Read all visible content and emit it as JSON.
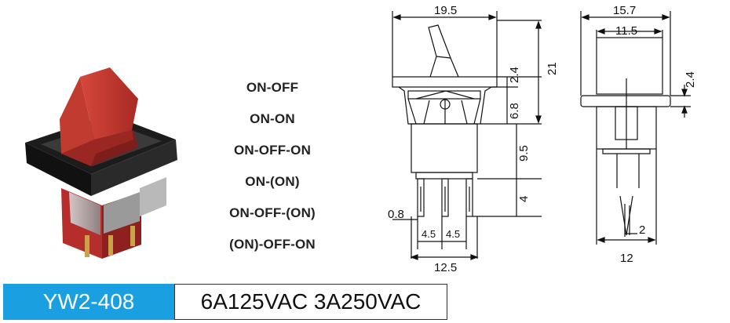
{
  "product": {
    "model": "YW2-408",
    "rating": "6A125VAC 3A250VAC"
  },
  "configurations": [
    "ON-OFF",
    "ON-ON",
    "ON-OFF-ON",
    "ON-(ON)",
    "ON-OFF-(ON)",
    "(ON)-OFF-ON"
  ],
  "dimensions": {
    "front_width": "19.5",
    "side_width": "15.7",
    "side_inner_width": "11.5",
    "front_flange_height": "2.4",
    "side_flange_height": "2.4",
    "body_upper_height": "6.8",
    "total_height": "21",
    "body_lower_height": "9.5",
    "terminal_length": "4",
    "terminal_thickness": "0.8",
    "pin_pitch_left": "4.5",
    "pin_pitch_right": "4.5",
    "front_body_width": "12.5",
    "side_body_width": "12",
    "side_terminal_width": "2"
  },
  "colors": {
    "actuator": "#c83a30",
    "frame": "#1c1c1c",
    "housing": "#b52e2c",
    "metal": "#a8a8a8",
    "model_bg": "#1aa0e0"
  }
}
